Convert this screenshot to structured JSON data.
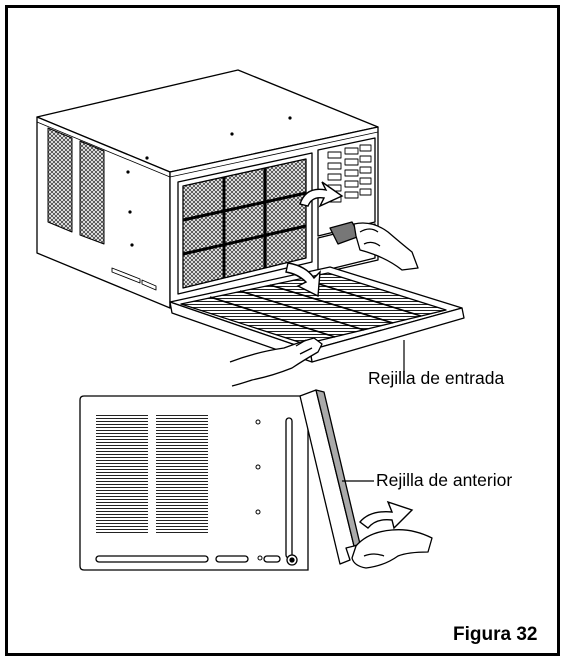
{
  "labels": {
    "inlet_grille": "Rejilla de entrada",
    "front_grille": "Rejilla de anterior"
  },
  "figure_caption": "Figura 32",
  "colors": {
    "ink": "#000000",
    "paper": "#ffffff",
    "mesh": "#4a4a4a",
    "shade": "#8c8c8c"
  }
}
